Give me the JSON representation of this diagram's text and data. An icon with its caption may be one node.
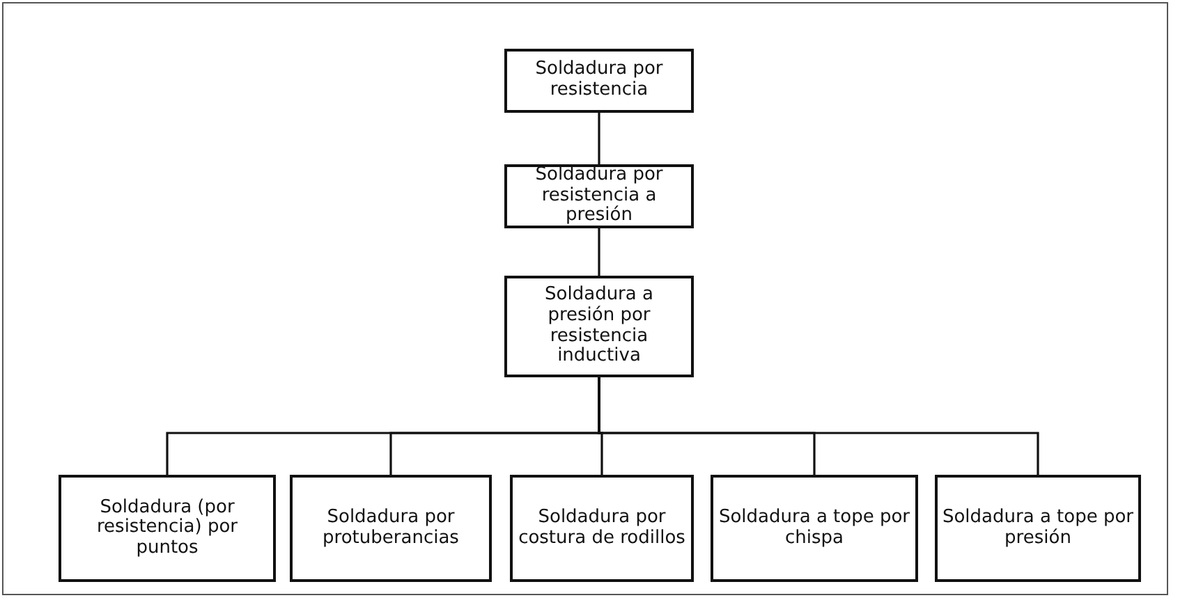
{
  "diagram": {
    "nodes": [
      {
        "text": [
          "Soldadura por resistencia"
        ]
      },
      {
        "text": [
          "Soldadura por resistencia a presión"
        ]
      },
      {
        "text": [
          "Soldadura a presión por resistencia inductiva"
        ]
      },
      {
        "text": [
          "Soldadura (por resistencia) por puntos"
        ]
      },
      {
        "text": [
          "Soldadura por protuberancias"
        ]
      },
      {
        "text": [
          "Soldadura por costura de rodillos"
        ]
      },
      {
        "text": [
          "Soldadura a tope por chispa"
        ]
      },
      {
        "text": [
          "Soldadura a tope por presión"
        ]
      }
    ],
    "edges": [
      {
        "from": 0,
        "to": 1,
        "arrow": "none"
      },
      {
        "from": 1,
        "to": 2,
        "arrow": "none"
      },
      {
        "from": 2,
        "to": 3,
        "arrow": "none"
      },
      {
        "from": 2,
        "to": 4,
        "arrow": "none"
      },
      {
        "from": 2,
        "to": 5,
        "arrow": "none"
      },
      {
        "from": 2,
        "to": 6,
        "arrow": "none"
      },
      {
        "from": 2,
        "to": 7,
        "arrow": "none"
      }
    ]
  }
}
